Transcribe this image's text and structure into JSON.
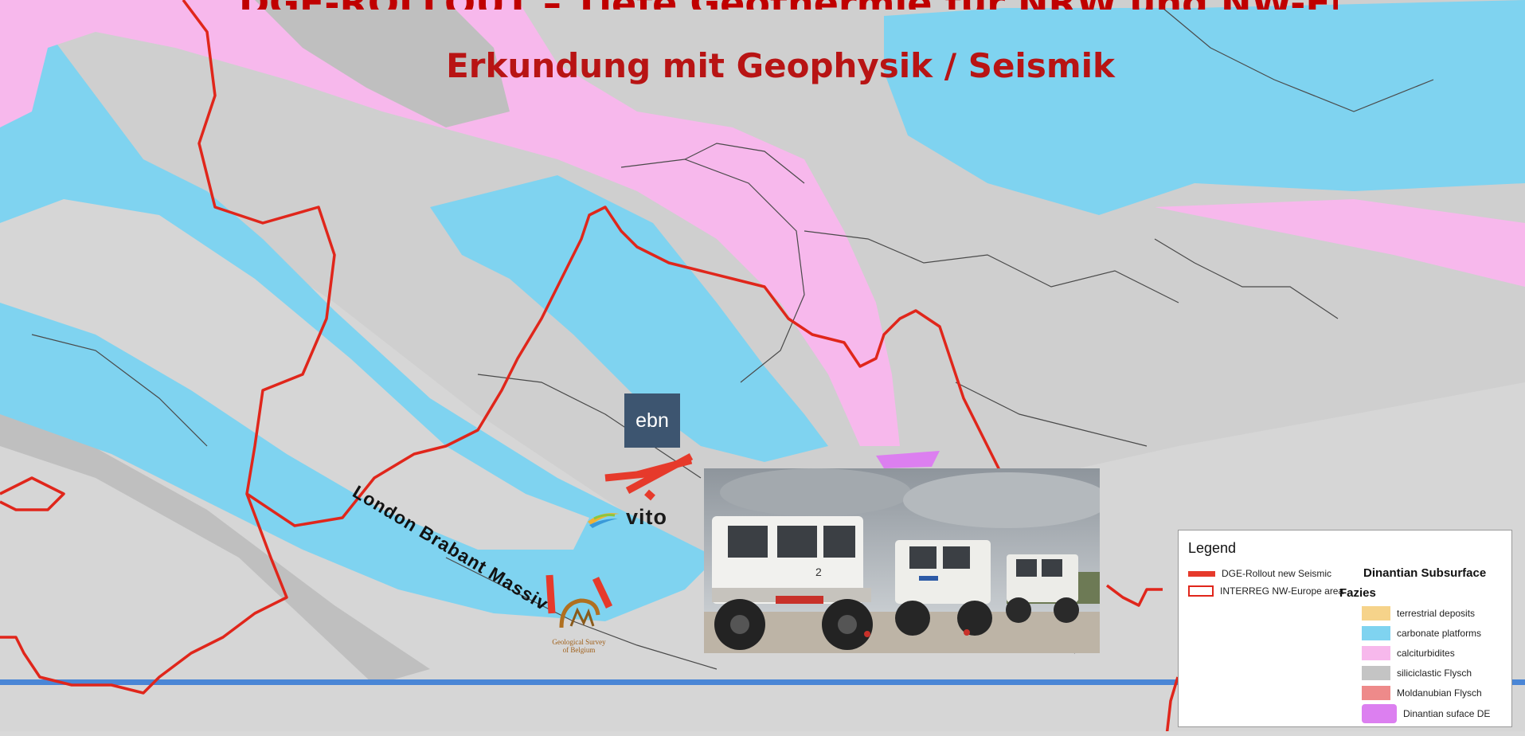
{
  "slide": {
    "top_title": "DGE-ROLLOUT – Tiefe Geothermie für NRW und NW-Europa",
    "subtitle": "Erkundung mit Geophysik / Seismik"
  },
  "map": {
    "region_label": "London Brabant Massiv",
    "colors": {
      "sea_background": "#cfcfcf",
      "land_light": "#d6d6d6",
      "siliciclastic": "#bfbfbf",
      "carbonate": "#7fd3f0",
      "calciturbidites": "#f7b8ec",
      "dinantian_surface": "#dc7ff0",
      "interreg_border": "#e0261b",
      "seismic_line": "#e63a2b",
      "blue_line": "#4a86d6"
    }
  },
  "logos": {
    "ebn": "ebn",
    "vito": "vito",
    "gsb_line1": "Geological Survey",
    "gsb_line2": "of Belgium"
  },
  "photo": {
    "icon": "vibroseis-trucks-photo",
    "truck_number": "2"
  },
  "legend": {
    "title": "Legend",
    "lines": [
      {
        "label": "DGE-Rollout new Seismic",
        "color": "#e63a2b"
      },
      {
        "label": "INTERREG NW-Europe area",
        "color": "#e0261b"
      }
    ],
    "dinantian_heading": "Dinantian Subsurface",
    "fazies_heading": "Fazies",
    "fazies": [
      {
        "label": "terrestrial deposits",
        "color": "#f6d38a"
      },
      {
        "label": "carbonate platforms",
        "color": "#7fd3f0"
      },
      {
        "label": "calciturbidites",
        "color": "#f7b8ec"
      },
      {
        "label": "siliciclastic Flysch",
        "color": "#c4c4c4"
      },
      {
        "label": "Moldanubian Flysch",
        "color": "#ee8a8a"
      },
      {
        "label": "Dinantian suface DE",
        "color": "#dc7ff0"
      }
    ]
  }
}
